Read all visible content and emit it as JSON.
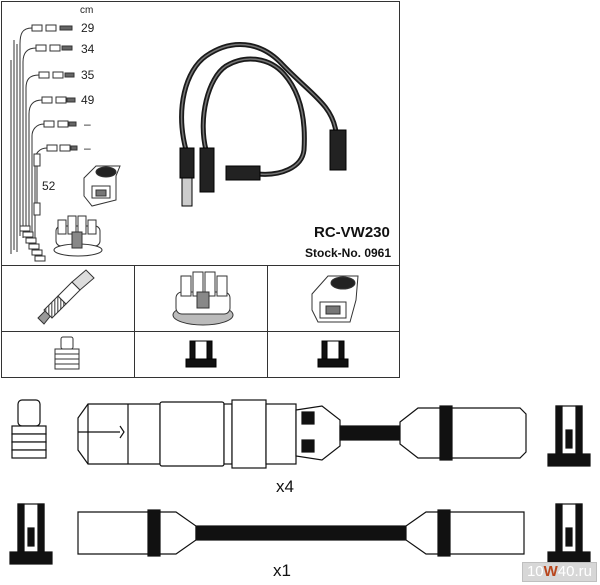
{
  "set": {
    "unit": "cm",
    "lengths": [
      "29",
      "34",
      "35",
      "49",
      "–",
      "–"
    ],
    "coil_lead_length": "52",
    "product_code": "RC-VW230",
    "stock_number": "Stock-No. 0961"
  },
  "connectors": {
    "plug_leads_qty": "x4",
    "coil_lead_qty": "x1"
  },
  "watermark": {
    "prefix": "10",
    "highlight": "W",
    "suffix": "40.ru"
  }
}
